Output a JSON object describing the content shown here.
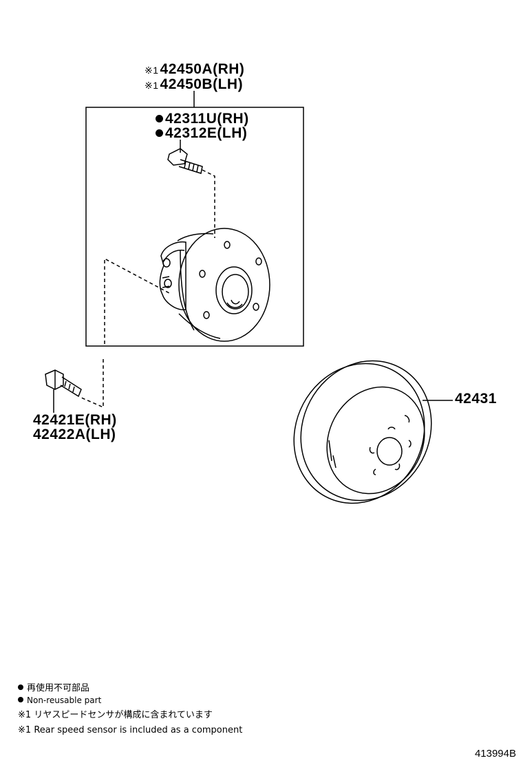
{
  "assembly": {
    "mark": "※1",
    "label_rh": "42450A(RH)",
    "label_lh": "42450B(LH)"
  },
  "hub_bolt": {
    "label_rh": "42311U(RH)",
    "label_lh": "42312E(LH)"
  },
  "mount_bolt": {
    "label_rh": "42421E(RH)",
    "label_lh": "42422A(LH)"
  },
  "disc": {
    "label": "42431"
  },
  "legend": {
    "nonreusable_ja": "再使用不可部品",
    "nonreusable_en": "Non-reusable part",
    "note1_mark": "※1",
    "note1_ja": "リヤスピードセンサが構成に含まれています",
    "note1_en": "Rear speed sensor is included as a component"
  },
  "diagram_ref": "413994B"
}
